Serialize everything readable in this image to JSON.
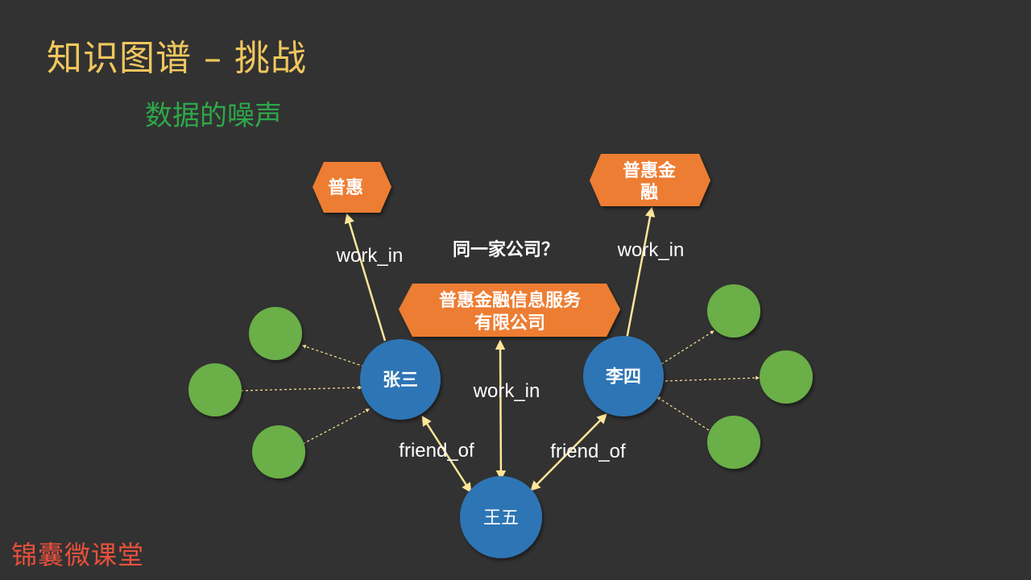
{
  "slide": {
    "title": "知识图谱 – 挑战",
    "subtitle": "数据的噪声",
    "brand": "锦囊微课堂"
  },
  "colors": {
    "background": "#323232",
    "title": "#F0C75E",
    "subtitle": "#2EA84A",
    "person_node": "#2E74B5",
    "company_node": "#ED7D31",
    "leaf_node": "#6AAF46",
    "edge": "#FFE699",
    "brand": "#E8503C"
  },
  "diagram": {
    "question": "同一家公司？",
    "nodes": {
      "zhangsan": "张三",
      "lisi": "李四",
      "wangwu": "王五",
      "puhui": "普惠",
      "puhui_jinrong": [
        "普惠金",
        "融"
      ],
      "puhui_full": [
        "普惠金融信息服务",
        "有限公司"
      ]
    },
    "edges": {
      "zhangsan_puhui": "work_in",
      "lisi_puhui_jinrong": "work_in",
      "wangwu_puhui_full": "work_in",
      "zhangsan_wangwu": "friend_of",
      "lisi_wangwu": "friend_of"
    }
  }
}
